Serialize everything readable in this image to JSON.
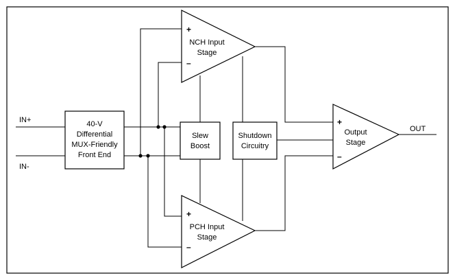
{
  "inputs": {
    "in_plus": "IN+",
    "in_minus": "IN-"
  },
  "output": {
    "label": "OUT"
  },
  "front_end": {
    "line1": "40-V",
    "line2": "Differential",
    "line3": "MUX-Friendly",
    "line4": "Front End"
  },
  "nch_stage": {
    "line1": "NCH Input",
    "line2": "Stage",
    "plus": "+",
    "minus": "–"
  },
  "pch_stage": {
    "line1": "PCH Input",
    "line2": "Stage",
    "plus": "+",
    "minus": "–"
  },
  "slew_boost": {
    "line1": "Slew",
    "line2": "Boost"
  },
  "shutdown": {
    "line1": "Shutdown",
    "line2": "Circuitry"
  },
  "output_stage": {
    "line1": "Output",
    "line2": "Stage",
    "plus": "+",
    "minus": "–"
  }
}
